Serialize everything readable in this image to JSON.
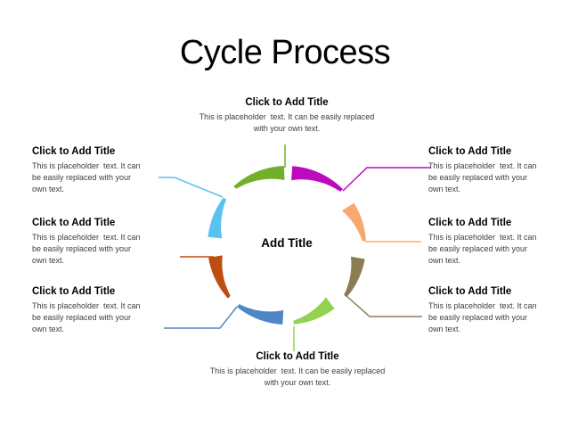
{
  "slide_title": "Cycle Process",
  "diagram": {
    "center_label": "Add Title",
    "segments": [
      {
        "id": "top-left-green",
        "color": "#73AF2B"
      },
      {
        "id": "top-right-magenta",
        "color": "#BE0ABE"
      },
      {
        "id": "right-upper-peach",
        "color": "#F8A771"
      },
      {
        "id": "right-lower-khaki",
        "color": "#8A7D52"
      },
      {
        "id": "bottom-right-lightgreen",
        "color": "#93D250"
      },
      {
        "id": "bottom-left-blue",
        "color": "#4F86C6"
      },
      {
        "id": "left-lower-rust",
        "color": "#BE4D12"
      },
      {
        "id": "left-upper-lightblue",
        "color": "#5BC2EF"
      }
    ]
  },
  "blocks": [
    {
      "id": "top-center",
      "title": "Click to Add Title",
      "body_lines": [
        "This is placeholder  text. It can be easily replaced",
        "with your own text."
      ]
    },
    {
      "id": "top-left",
      "title": "Click to Add Title",
      "body_lines": [
        "This is placeholder  text. It can",
        "be easily replaced with your",
        "own text."
      ]
    },
    {
      "id": "middle-left",
      "title": "Click to Add Title",
      "body_lines": [
        "This is placeholder  text. It can",
        "be easily replaced with your",
        "own text."
      ]
    },
    {
      "id": "bottom-left",
      "title": "Click to Add Title",
      "body_lines": [
        "This is placeholder  text. It can",
        "be easily replaced with your",
        "own text."
      ]
    },
    {
      "id": "top-right",
      "title": "Click to Add Title",
      "body_lines": [
        "This is placeholder  text. It can",
        "be easily replaced with your",
        "own text."
      ]
    },
    {
      "id": "middle-right",
      "title": "Click to Add Title",
      "body_lines": [
        "This is placeholder  text. It can",
        "be easily replaced with your",
        "own text."
      ]
    },
    {
      "id": "bottom-right",
      "title": "Click to Add Title",
      "body_lines": [
        "This is placeholder  text. It can",
        "be easily replaced with your",
        "own text."
      ]
    },
    {
      "id": "bottom-center",
      "title": "Click to Add Title",
      "body_lines": [
        "This is placeholder  text. It can be easily replaced",
        "with your own text."
      ]
    }
  ]
}
